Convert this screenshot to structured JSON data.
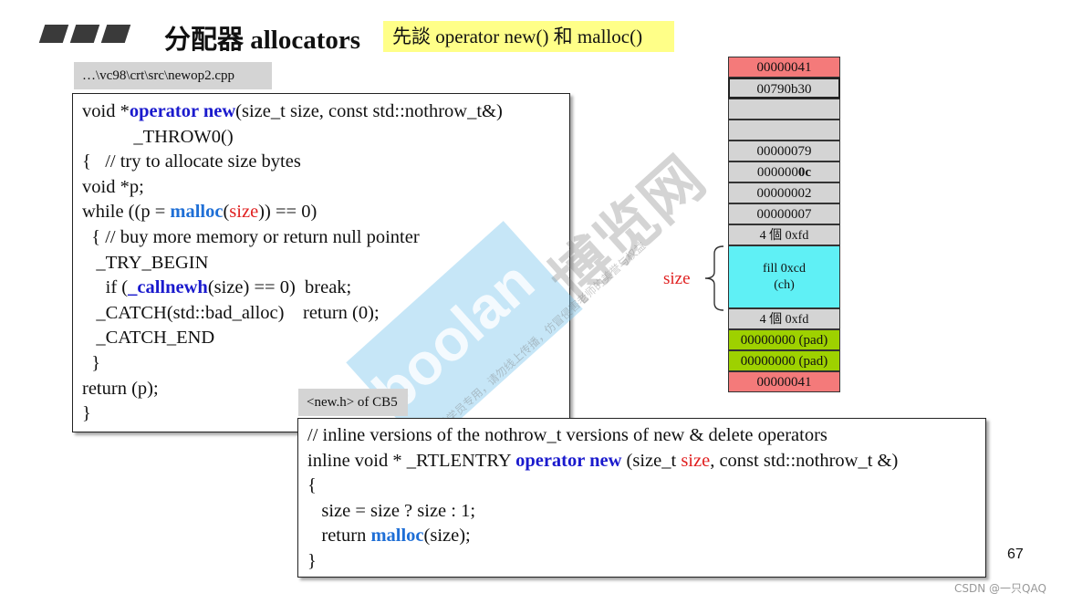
{
  "title": "分配器 allocators",
  "subtitle": "先談 operator new() 和 malloc()",
  "file1": {
    "tab": "…\\vc98\\crt\\src\\newop2.cpp",
    "lines": [
      [
        "void *",
        "operator new",
        "(size_t size, const std::nothrow_t&)"
      ],
      [
        "           _THROW0()"
      ],
      [
        "{   // try to allocate size bytes"
      ],
      [
        "void *p;"
      ],
      [
        "while ((p = ",
        "malloc",
        "(",
        "size",
        ")) == 0)"
      ],
      [
        "  { // buy more memory or return null pointer"
      ],
      [
        "   _TRY_BEGIN"
      ],
      [
        "     if (",
        "_callnewh",
        "(size) == 0)  break;"
      ],
      [
        "   _CATCH(std::bad_alloc)    return (0);"
      ],
      [
        "   _CATCH_END"
      ],
      [
        "  }"
      ],
      [
        "return (p);"
      ],
      [
        "}"
      ]
    ]
  },
  "file2": {
    "tab": "<new.h> of CB5",
    "lines": [
      [
        "// inline versions of the nothrow_t versions of new & delete operators"
      ],
      [
        "inline void * _RTLENTRY ",
        "operator new",
        " (size_t ",
        "size",
        ", const std::nothrow_t &)"
      ],
      [
        "{"
      ],
      [
        "   size = size ? size : 1;"
      ],
      [
        "   return ",
        "malloc",
        "(size);"
      ],
      [
        "}"
      ]
    ]
  },
  "memory": {
    "cells": [
      "00000041",
      "00790b30",
      "",
      "",
      "00000079",
      "0000000c",
      "00000002",
      "00000007",
      "4 個 0xfd",
      "fill 0xcd",
      "(ch)",
      "4 個 0xfd",
      "00000000 (pad)",
      "00000000 (pad)",
      "00000041"
    ],
    "size_label": "size"
  },
  "colors": {
    "header_pink": "#f47a7a",
    "fill_cyan": "#5ff0f5",
    "pad_green": "#9ed100",
    "keyword_blue": "#1a1acd",
    "malloc_blue": "#1f6fd6",
    "accent_red": "#e02020",
    "subtitle_bg": "#ffff88"
  },
  "watermark": {
    "brand": "boolan",
    "cn": "博览网",
    "note": "本课件仅供学员专用，请勿线上传播，仿冒侵害老师的美誉与权益"
  },
  "page_number": "67",
  "credit": "CSDN @一只QAQ"
}
